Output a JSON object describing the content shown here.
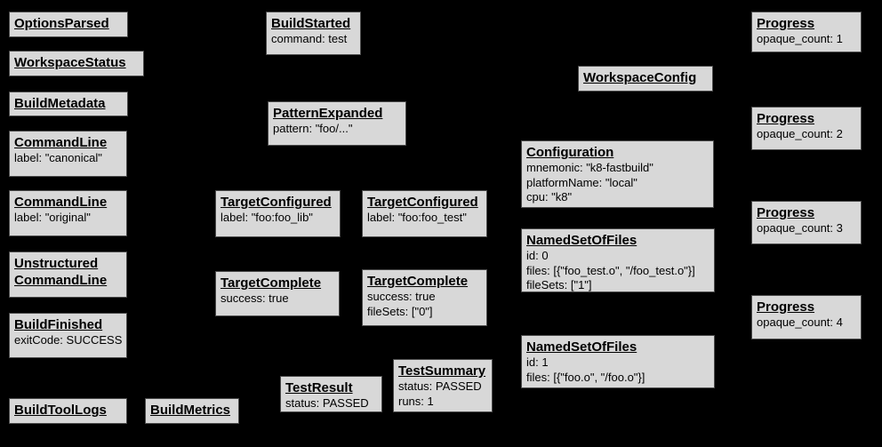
{
  "colors": {
    "background": "#000000",
    "box_fill": "#d8d8d8",
    "box_border": "#4a4a4a",
    "text": "#000000"
  },
  "boxes": [
    {
      "title": "OptionsParsed",
      "lines": []
    },
    {
      "title": "WorkspaceStatus",
      "lines": []
    },
    {
      "title": "BuildMetadata",
      "lines": []
    },
    {
      "title": "CommandLine",
      "lines": [
        "label: \"canonical\""
      ]
    },
    {
      "title": "CommandLine",
      "lines": [
        "label: \"original\""
      ]
    },
    {
      "title": "Unstructured\nCommandLine",
      "lines": []
    },
    {
      "title": "BuildFinished",
      "lines": [
        "exitCode: SUCCESS"
      ]
    },
    {
      "title": "BuildToolLogs",
      "lines": []
    },
    {
      "title": "BuildMetrics",
      "lines": []
    },
    {
      "title": "BuildStarted",
      "lines": [
        "command: test"
      ]
    },
    {
      "title": "PatternExpanded",
      "lines": [
        "pattern: \"foo/...\""
      ]
    },
    {
      "title": "TargetConfigured",
      "lines": [
        "label: \"foo:foo_lib\""
      ]
    },
    {
      "title": "TargetConfigured",
      "lines": [
        "label: \"foo:foo_test\""
      ]
    },
    {
      "title": "TargetComplete",
      "lines": [
        "success: true"
      ]
    },
    {
      "title": "TargetComplete",
      "lines": [
        "success: true",
        "fileSets: [\"0\"]"
      ]
    },
    {
      "title": "TestResult",
      "lines": [
        "status: PASSED"
      ]
    },
    {
      "title": "TestSummary",
      "lines": [
        "status: PASSED",
        "runs: 1"
      ]
    },
    {
      "title": "WorkspaceConfig",
      "lines": []
    },
    {
      "title": "Configuration",
      "lines": [
        "mnemonic: \"k8-fastbuild\"",
        "platformName: \"local\"",
        "cpu: \"k8\""
      ]
    },
    {
      "title": "NamedSetOfFiles",
      "lines": [
        "id: 0",
        "files: [{\"foo_test.o\", \"/foo_test.o\"}]",
        "fileSets: [\"1\"]"
      ]
    },
    {
      "title": "NamedSetOfFiles",
      "lines": [
        "id: 1",
        "files: [{\"foo.o\", \"/foo.o\"}]"
      ]
    },
    {
      "title": "Progress",
      "lines": [
        "opaque_count: 1"
      ]
    },
    {
      "title": "Progress",
      "lines": [
        "opaque_count: 2"
      ]
    },
    {
      "title": "Progress",
      "lines": [
        "opaque_count: 3"
      ]
    },
    {
      "title": "Progress",
      "lines": [
        "opaque_count: 4"
      ]
    }
  ]
}
